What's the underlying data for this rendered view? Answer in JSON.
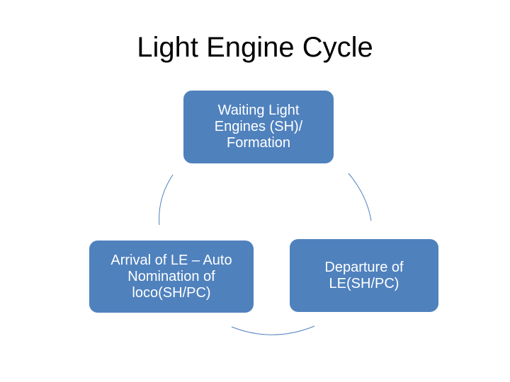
{
  "title": "Light Engine Cycle",
  "nodes": {
    "top": "Waiting Light\nEngines (SH)/\nFormation",
    "left": "Arrival of LE – Auto\nNomination of\nloco(SH/PC)",
    "right": "Departure of\nLE(SH/PC)"
  },
  "colors": {
    "node_fill": "#4f81bd",
    "node_text": "#ffffff",
    "connector": "#4f81bd"
  }
}
